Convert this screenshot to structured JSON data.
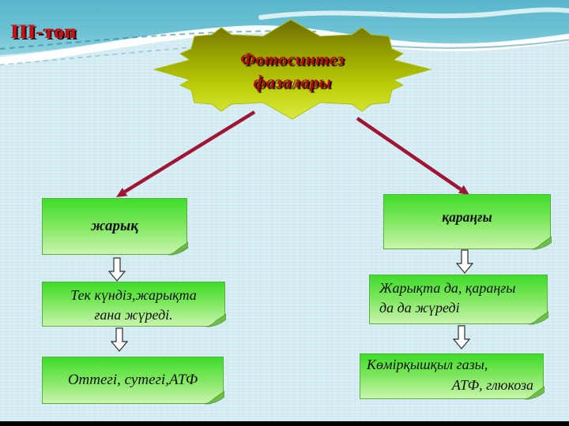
{
  "slide": {
    "group_label": "III-топ",
    "starburst_title": {
      "line1": "Фотосинтез",
      "line2": "фазалары"
    },
    "left_column": {
      "phase": "жарық",
      "description_lines": [
        "Тек күндіз,жарықта",
        "ғана жүреді."
      ],
      "products": "Оттегі, сутегі,АТФ"
    },
    "right_column": {
      "phase": "қараңғы",
      "description_lines": [
        "Жарықта да, қараңғы",
        "да да жүреді"
      ],
      "products_lines": [
        "Көмірқышқыл  газы,",
        "АТФ, глюкоза"
      ]
    },
    "icons": {
      "starburst": "starburst-shape",
      "connector_left": "connector-arrow-left",
      "connector_right": "connector-arrow-right",
      "down_arrow": "down-arrow-icon"
    },
    "colors": {
      "bg_light": "#d8eef4",
      "header_teal": "#5fbace",
      "accent_red": "#cf1010",
      "title_red": "#b00d0d",
      "connector_red": "#a01434",
      "star_top": "#6b6b04",
      "star_bottom": "#dcea40",
      "box_green_top": "#3fdc2a",
      "box_green_bottom": "#c9f4ad",
      "box_border": "#58b13a",
      "bottom_bar": "#000000"
    }
  }
}
